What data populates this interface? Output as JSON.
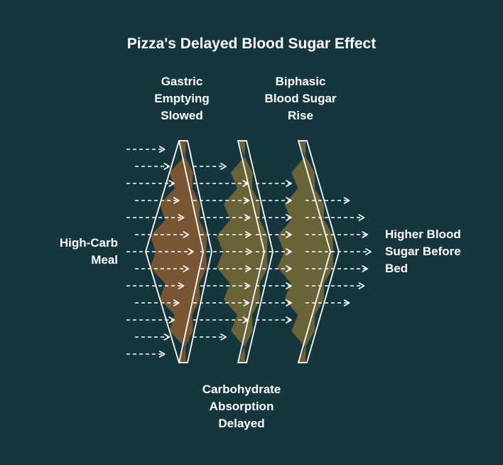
{
  "title": "Pizza's Delayed Blood Sugar Effect",
  "labels": {
    "gastric": [
      "Gastric",
      "Emptying",
      "Slowed"
    ],
    "biphasic": [
      "Biphasic",
      "Blood Sugar",
      "Rise"
    ],
    "input": [
      "High-Carb",
      "Meal"
    ],
    "output": [
      "Higher Blood",
      "Sugar Before",
      "Bed"
    ],
    "carb": [
      "Carbohydrate",
      "Absorption",
      "Delayed"
    ]
  },
  "colors": {
    "background": "#15363d",
    "stage1_fill": "#7d5733",
    "stage2_fill": "#6f6637",
    "stage3_fill": "#6f6637",
    "outline": "#ffffff",
    "arrow": "#ffffff"
  }
}
